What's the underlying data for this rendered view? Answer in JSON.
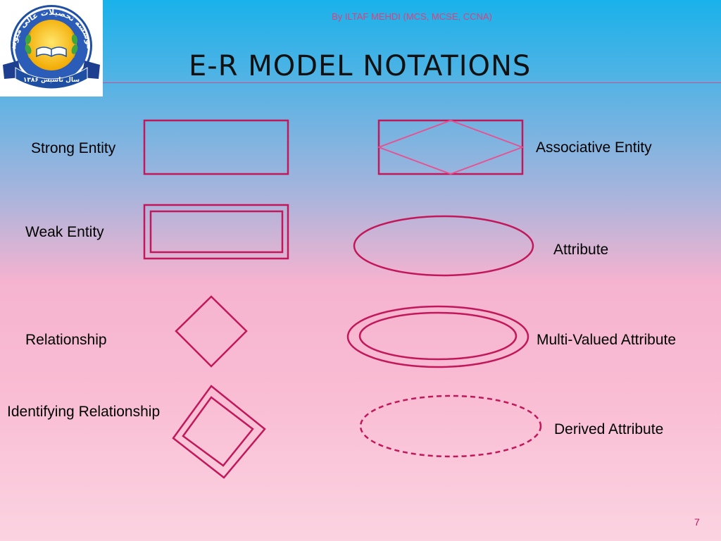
{
  "header": {
    "byline": "By ILTAF MEHDI (MCS, MCSE, CCNA)",
    "title": "E-R MODEL NOTATIONS"
  },
  "logo": {
    "text_top": "موسسه تحصیلات عالی میوند",
    "text_bottom": "سال تاسیس ۱۳۸۶"
  },
  "notations": {
    "strong_entity": "Strong Entity",
    "weak_entity": "Weak Entity",
    "relationship": "Relationship",
    "identifying_relationship": "Identifying Relationship",
    "associative_entity": "Associative Entity",
    "attribute": "Attribute",
    "multi_valued_attribute": "Multi-Valued Attribute",
    "derived_attribute": "Derived Attribute"
  },
  "colors": {
    "shape_stroke": "#c2185b",
    "associative_inner": "#e8508f"
  },
  "footer": {
    "page_number": "7"
  }
}
